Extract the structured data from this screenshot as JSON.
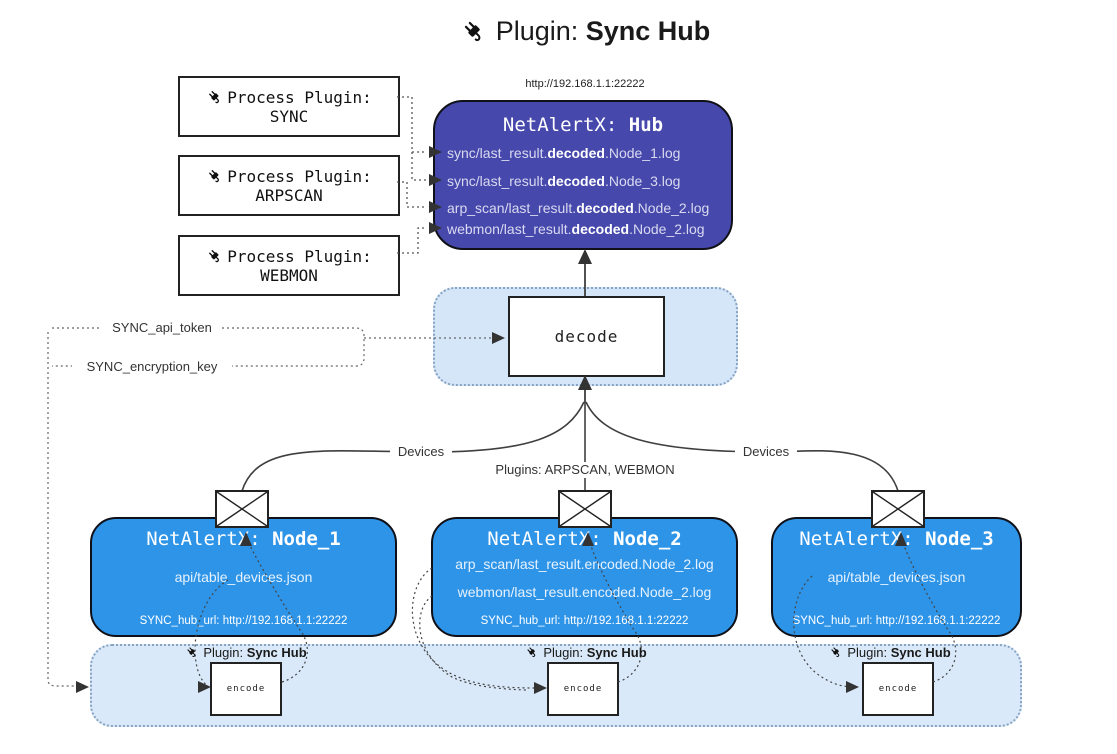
{
  "title": {
    "prefix": "Plugin: ",
    "bold": "Sync Hub"
  },
  "process_plugins": [
    {
      "line1": "Process Plugin:",
      "name": "SYNC"
    },
    {
      "line1": "Process Plugin:",
      "name": "ARPSCAN"
    },
    {
      "line1": "Process Plugin:",
      "name": "WEBMON"
    }
  ],
  "hub": {
    "url": "http://192.168.1.1:22222",
    "title_prefix": "NetAlertX: ",
    "title_bold": "Hub",
    "lines": [
      {
        "prefix": "sync/last_result.",
        "bold": "decoded",
        "suffix": ".Node_1.log"
      },
      {
        "prefix": "sync/last_result.",
        "bold": "decoded",
        "suffix": ".Node_3.log"
      },
      {
        "prefix": "arp_scan/last_result.",
        "bold": "decoded",
        "suffix": ".Node_2.log"
      },
      {
        "prefix": "webmon/last_result.",
        "bold": "decoded",
        "suffix": ".Node_2.log"
      }
    ]
  },
  "decode_label": "decode",
  "keys": {
    "api_token": "SYNC_api_token",
    "encryption_key": "SYNC_encryption_key"
  },
  "edges": {
    "devices_left": "Devices",
    "plugins_middle": "Plugins: ARPSCAN, WEBMON",
    "devices_right": "Devices"
  },
  "nodes": [
    {
      "title_prefix": "NetAlertX: ",
      "title_bold": "Node_1",
      "lines": [
        "api/table_devices.json"
      ],
      "footer": "SYNC_hub_url: http://192.168.1.1:22222"
    },
    {
      "title_prefix": "NetAlertX: ",
      "title_bold": "Node_2",
      "lines": [
        "arp_scan/last_result.encoded.Node_2.log",
        "webmon/last_result.encoded.Node_2.log"
      ],
      "footer": "SYNC_hub_url: http://192.168.1.1:22222"
    },
    {
      "title_prefix": "NetAlertX: ",
      "title_bold": "Node_3",
      "lines": [
        "api/table_devices.json"
      ],
      "footer": "SYNC_hub_url: http://192.168.1.1:22222"
    }
  ],
  "encoders": [
    {
      "label_prefix": "Plugin: ",
      "label_bold": "Sync Hub",
      "box_label": "encode"
    },
    {
      "label_prefix": "Plugin: ",
      "label_bold": "Sync Hub",
      "box_label": "encode"
    },
    {
      "label_prefix": "Plugin: ",
      "label_bold": "Sync Hub",
      "box_label": "encode"
    }
  ],
  "colors": {
    "hub_fill": "#4648ac",
    "node_fill": "#2e94e8",
    "container_fill": "#d9e9f9",
    "decode_container_fill": "#d5e6f8",
    "line": "#3f3f3f"
  }
}
